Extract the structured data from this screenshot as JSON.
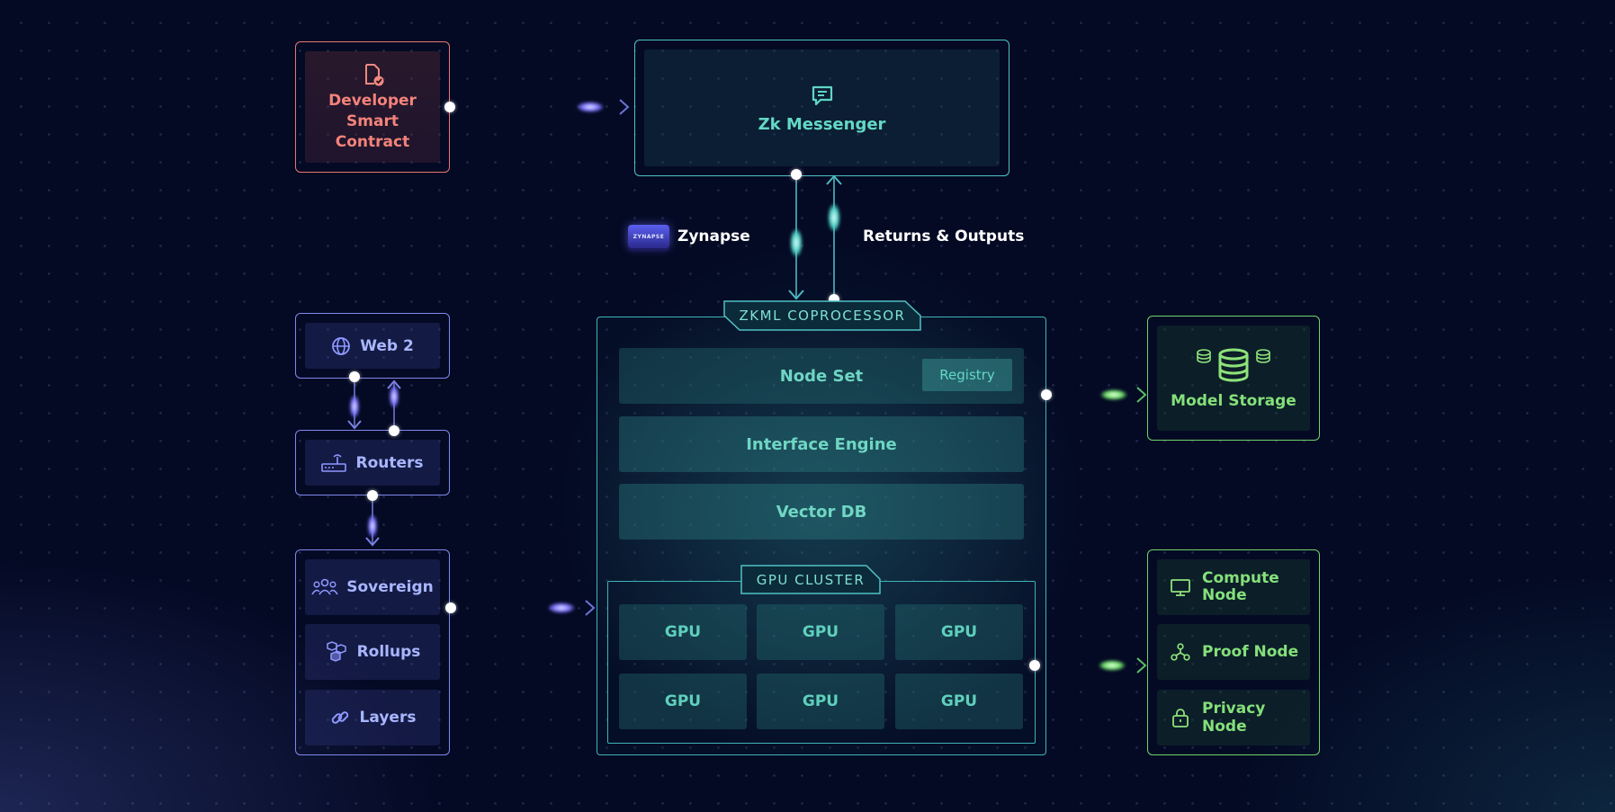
{
  "colors": {
    "background": "#040a24",
    "coral": "#f3837a",
    "teal": "#4fd1c5",
    "purple": "#8f98ff",
    "green": "#7ee27a"
  },
  "developer": {
    "label": "Developer\nSmart\nContract",
    "icon": "document-check-icon"
  },
  "messenger": {
    "label": "Zk Messenger",
    "icon": "chat-icon"
  },
  "zynapse": {
    "label": "Zynapse",
    "badge": "ZYNAPSE"
  },
  "returns": {
    "label": "Returns & Outputs"
  },
  "coprocessor": {
    "title": "ZKML COPROCESSOR",
    "rows": [
      {
        "label": "Node Set",
        "badge": "Registry"
      },
      {
        "label": "Interface Engine"
      },
      {
        "label": "Vector DB"
      }
    ],
    "gpu_cluster": {
      "title": "GPU CLUSTER",
      "units": [
        "GPU",
        "GPU",
        "GPU",
        "GPU",
        "GPU",
        "GPU"
      ]
    }
  },
  "left": {
    "web2": {
      "label": "Web 2",
      "icon": "globe-icon"
    },
    "routers": {
      "label": "Routers",
      "icon": "router-icon"
    },
    "stack": [
      {
        "label": "Sovereign",
        "icon": "people-icon"
      },
      {
        "label": "Rollups",
        "icon": "cubes-icon"
      },
      {
        "label": "Layers",
        "icon": "link-icon"
      }
    ]
  },
  "right": {
    "model_storage": {
      "label": "Model Storage",
      "icon": "database-icon"
    },
    "nodes": [
      {
        "label": "Compute\nNode",
        "icon": "monitor-icon"
      },
      {
        "label": "Proof Node",
        "icon": "network-icon"
      },
      {
        "label": "Privacy Node",
        "icon": "lock-icon"
      }
    ]
  }
}
